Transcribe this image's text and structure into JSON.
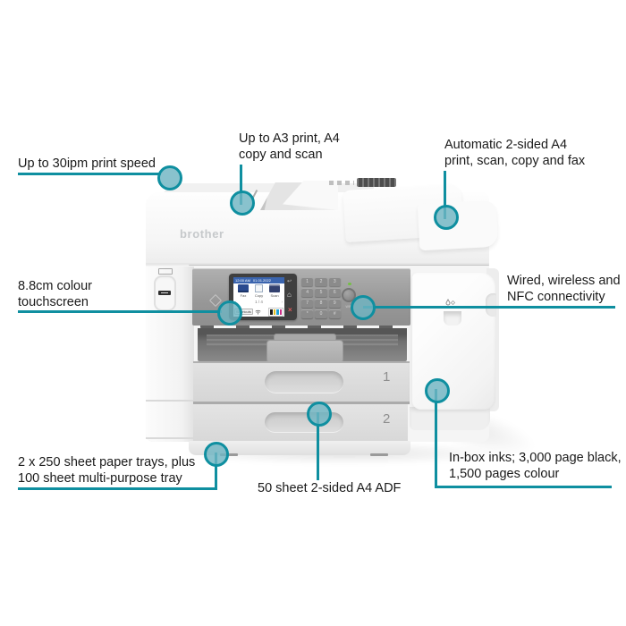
{
  "page": {
    "background": "#ffffff"
  },
  "palette": {
    "accent_teal": "#0F8FA0",
    "callout_circle_fill": "#6FB5C2",
    "label_text": "#1A1A1A",
    "panel_gray": "#9C9C9C",
    "body_white": "#F7F7F7",
    "tray_gray": "#D9D9D9"
  },
  "callouts": [
    {
      "id": "print-speed",
      "lines": [
        "Up to 30ipm print speed"
      ]
    },
    {
      "id": "a3-print",
      "lines": [
        "Up to A3 print, A4",
        "copy and scan"
      ]
    },
    {
      "id": "duplex",
      "lines": [
        "Automatic 2-sided A4",
        "print, scan, copy and fax"
      ]
    },
    {
      "id": "touchscreen",
      "lines": [
        "8.8cm colour",
        "touchscreen"
      ]
    },
    {
      "id": "connectivity",
      "lines": [
        "Wired, wireless and",
        "NFC connectivity"
      ]
    },
    {
      "id": "paper-trays",
      "lines": [
        "2 x 250 sheet paper trays, plus",
        "100 sheet multi-purpose tray"
      ]
    },
    {
      "id": "adf",
      "lines": [
        "50 sheet 2-sided A4 ADF"
      ]
    },
    {
      "id": "inks",
      "lines": [
        "In-box inks; 3,000 page black,",
        "1,500 pages colour"
      ]
    }
  ],
  "printer": {
    "brand": "brother",
    "tray1_label": "1",
    "tray2_label": "2",
    "wifi_label": "WiFi",
    "panel_glyphs": {
      "back": "↩",
      "home": "⌂",
      "cancel": "×"
    },
    "keypad_keys": [
      "1",
      "2",
      "3",
      "4",
      "5",
      "6",
      "7",
      "8",
      "9",
      "*",
      "0",
      "#"
    ],
    "screen": {
      "time": "12:00 AM",
      "date": "01.01.2022",
      "menu_items": [
        "Fax",
        "Copy",
        "Scan"
      ],
      "pagination": "1 / 4",
      "shortcuts_label": "Shortcuts",
      "ink_colors": [
        "#1A1A1A",
        "#E3BD1C",
        "#1EA3D8",
        "#CC2E86"
      ]
    }
  }
}
